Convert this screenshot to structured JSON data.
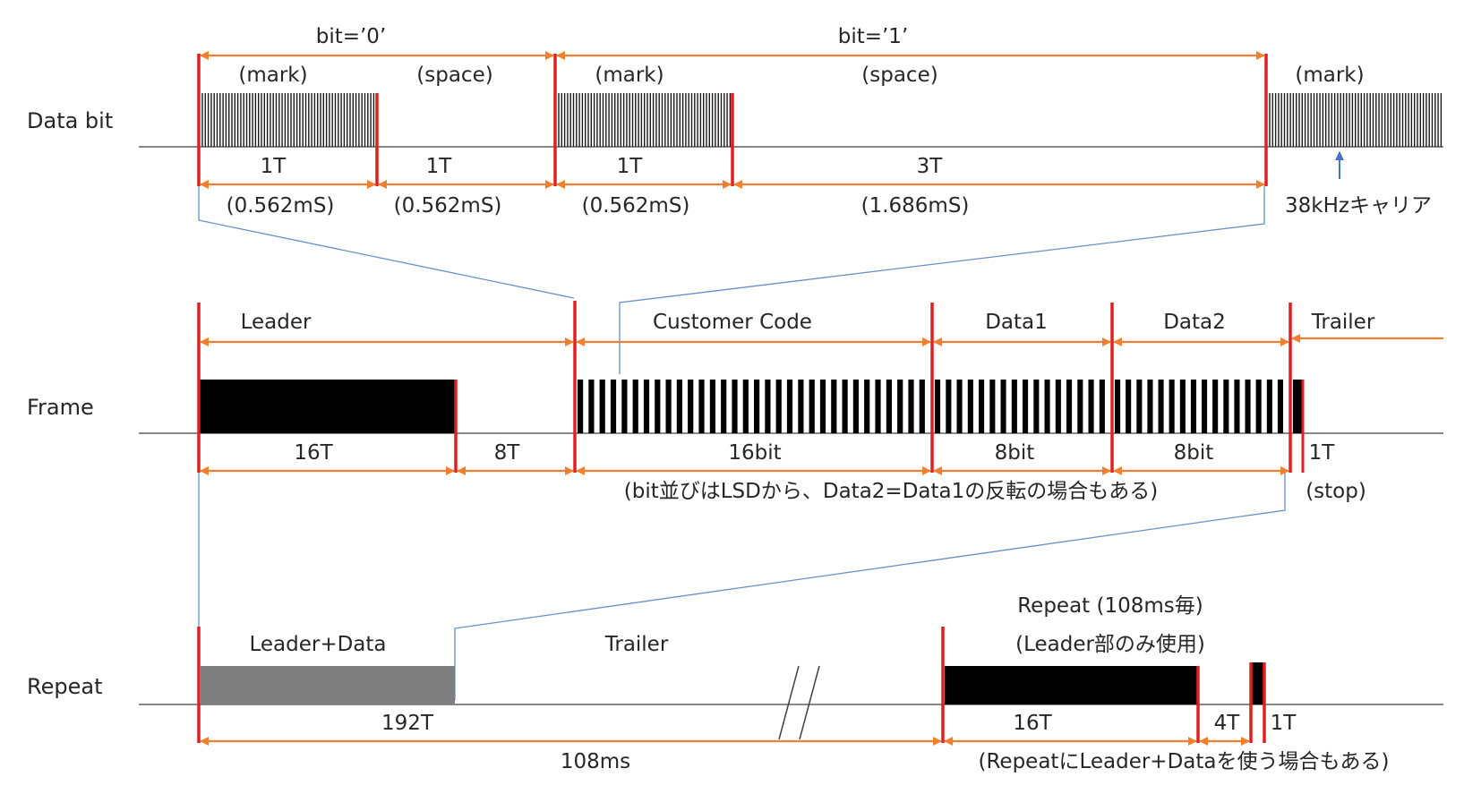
{
  "rows": {
    "databit": "Data bit",
    "frame": "Frame",
    "repeat": "Repeat"
  },
  "databit": {
    "bit0": "bit=’0’",
    "bit1": "bit=’1’",
    "mark": "(mark)",
    "space": "(space)",
    "t1": "1T",
    "t3": "3T",
    "ms0562": "(0.562mS)",
    "ms1686": "(1.686mS)",
    "carrier": "38kHzキャリア"
  },
  "frame": {
    "leader": "Leader",
    "customer": "Customer Code",
    "data1": "Data1",
    "data2": "Data2",
    "trailer": "Trailer",
    "t16": "16T",
    "t8": "8T",
    "bit16": "16bit",
    "bit8": "8bit",
    "t1": "1T",
    "note": "(bit並びはLSDから、Data2=Data1の反転の場合もある)",
    "stop": "(stop)"
  },
  "repeat": {
    "leaderdata": "Leader+Data",
    "trailer": "Trailer",
    "repeat_title": "Repeat (108ms毎)",
    "repeat_sub": "(Leader部のみ使用)",
    "t192": "192T",
    "ms108": "108ms",
    "t16": "16T",
    "t4": "4T",
    "t1": "1T",
    "note": "(RepeatにLeader+Dataを使う場合もある)"
  },
  "colors": {
    "orange": "#F08030",
    "red": "#E02020",
    "blue": "#6A8FC8",
    "gray": "#7F7F7F",
    "black": "#000000",
    "baseline": "#404040"
  }
}
